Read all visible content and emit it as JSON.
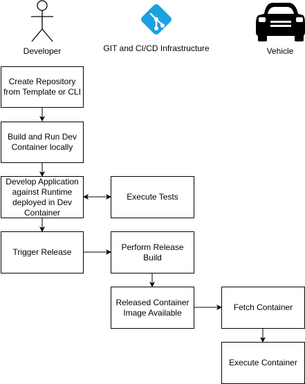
{
  "colors": {
    "git_logo": "#1ba1e2",
    "stroke": "#000000",
    "fill": "#ffffff"
  },
  "actors": [
    {
      "label": "Developer",
      "icon": "stick-figure-icon"
    },
    {
      "label": "GIT and CI/CD Infrastructure",
      "icon": "git-logo-icon"
    },
    {
      "label": "Vehicle",
      "icon": "car-icon"
    }
  ],
  "steps": {
    "create_repository": "Create Repository\nfrom Template or CLI",
    "build_dev_container": "Build and Run Dev\nContainer locally",
    "develop_application": "Develop Application\nagainst Runtime\ndeployed in Dev\nContainer",
    "execute_tests": "Execute Tests",
    "trigger_release": "Trigger Release",
    "perform_release_build": "Perform Release\nBuild",
    "released_container": "Released Container\nImage Available",
    "fetch_container": "Fetch Container",
    "execute_container": "Execute Container"
  }
}
